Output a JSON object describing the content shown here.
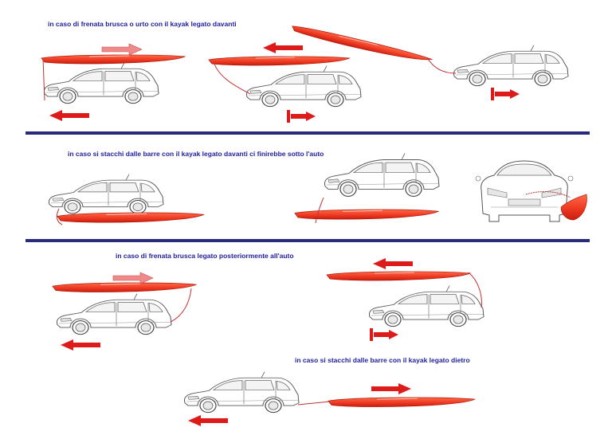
{
  "captions": {
    "front_tied_braking": "in caso di frenata brusca o urto con il kayak legato davanti",
    "front_tied_detach": "in caso si stacchi dalle barre con il kayak legato davanti ci finirebbe sotto l'auto",
    "rear_tied_braking": "in caso di frenata brusca legato posteriormente all'auto",
    "rear_tied_detach": "in caso si stacchi dalle barre con il kayak legato dietro"
  },
  "colors": {
    "caption": "#1e1ea0",
    "divider": "#2a2a7a",
    "kayak": "#ee3a22",
    "kayak_dark": "#c81e10",
    "arrow_red": "#dd1b1b",
    "arrow_pink": "#f08a8a",
    "rope": "#c03030",
    "car_line": "#555555"
  },
  "icons": [
    "car-icon",
    "kayak-icon",
    "arrow-left-icon",
    "arrow-right-icon",
    "rope-icon",
    "stop-impact-icon"
  ]
}
